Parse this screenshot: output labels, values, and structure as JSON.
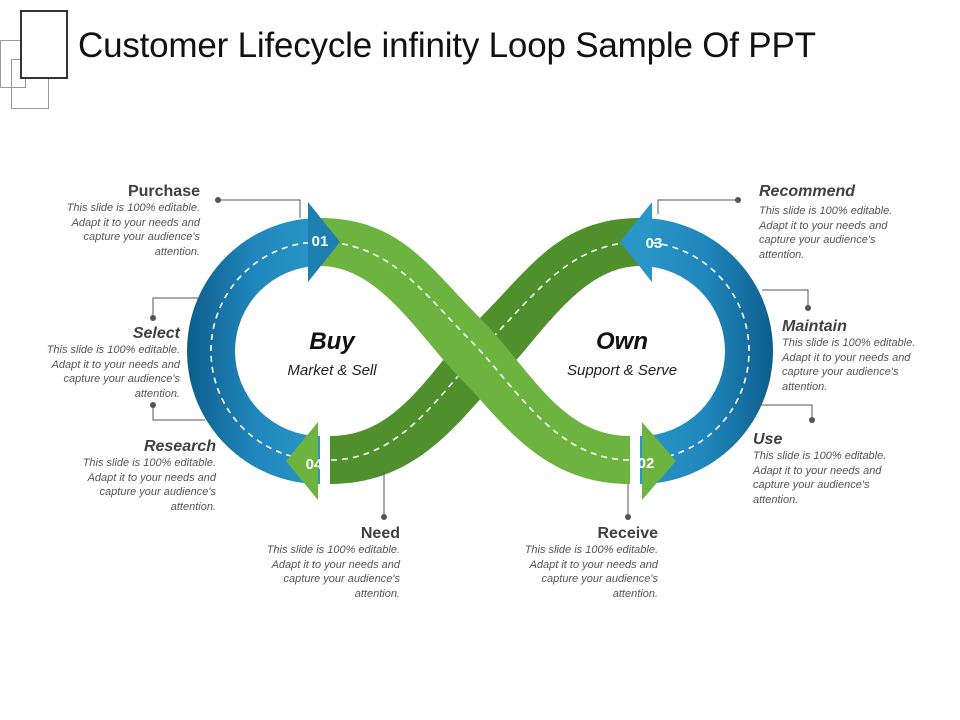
{
  "title": "Customer Lifecycle infinity Loop Sample Of PPT",
  "center_left": {
    "heading": "Buy",
    "sub": "Market & Sell"
  },
  "center_right": {
    "heading": "Own",
    "sub": "Support & Serve"
  },
  "steps": {
    "s01": "01",
    "s02": "02",
    "s03": "03",
    "s04": "04"
  },
  "items": {
    "purchase": {
      "heading": "Purchase",
      "desc": "This slide is 100% editable. Adapt it to your needs and capture your audience's attention."
    },
    "select": {
      "heading": "Select",
      "desc": "This slide is 100% editable. Adapt it to your needs and capture your audience's attention."
    },
    "research": {
      "heading": "Research",
      "desc": "This slide is 100% editable. Adapt it to your needs and capture your audience's attention."
    },
    "need": {
      "heading": "Need",
      "desc": "This slide is 100% editable. Adapt it to your needs and capture your audience's attention."
    },
    "receive": {
      "heading": "Receive",
      "desc": "This slide is 100% editable. Adapt it to your needs and capture your audience's attention."
    },
    "use": {
      "heading": "Use",
      "desc": "This slide is 100% editable. Adapt it to your needs and capture your audience's attention."
    },
    "maintain": {
      "heading": "Maintain",
      "desc": "This slide is 100% editable. Adapt it to your needs and capture your audience's attention."
    },
    "recommend": {
      "heading": "Recommend",
      "desc": "This slide is 100% editable. Adapt it to your needs and capture your audience's attention."
    }
  },
  "colors": {
    "blue": "#1f7fb0",
    "blue_dark": "#0d5e8c",
    "green": "#6db33f",
    "green_dark": "#3e7a24",
    "connector": "#555555"
  }
}
